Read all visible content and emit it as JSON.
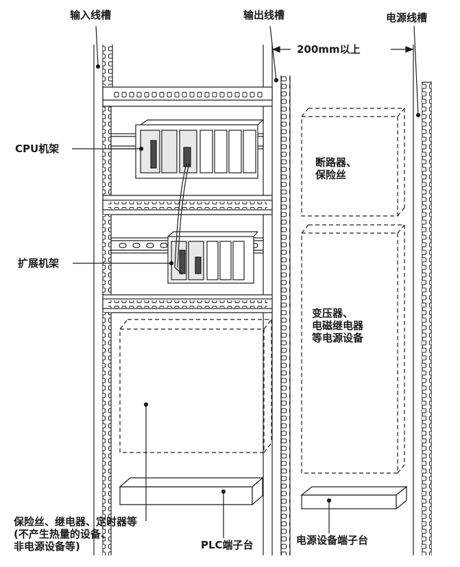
{
  "labels": {
    "input_duct": "输入线槽",
    "output_duct": "输出线槽",
    "power_duct": "电源线槽",
    "spacing": "200mm以上",
    "cpu_rack": "CPU机架",
    "expansion_rack": "扩展机架",
    "breaker_lines": [
      "断路器、",
      "保险丝"
    ],
    "transformer_lines": [
      "变压器、",
      "电磁继电器",
      "等电源设备"
    ],
    "fuse_lines": [
      "保险丝、继电器、定时器等",
      "(不产生热量的设备、",
      "非电源设备等)"
    ],
    "plc_terminal": "PLC端子台",
    "power_terminal": "电源设备端子台"
  },
  "colors": {
    "line": "#1a1a1a",
    "fill": "#ffffff",
    "module": "#e8e8e8",
    "module_dark": "#4a4a4a"
  },
  "icons": [
    "duct-slot-pattern",
    "plc-module",
    "dashed-equipment-box",
    "terminal-block"
  ]
}
